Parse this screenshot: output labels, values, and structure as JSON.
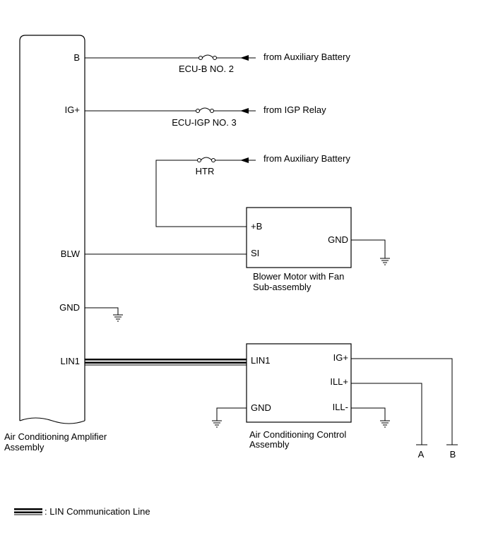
{
  "amplifier": {
    "name_line1": "Air Conditioning Amplifier",
    "name_line2": "Assembly",
    "pins": {
      "b": "B",
      "ig": "IG+",
      "blw": "BLW",
      "gnd": "GND",
      "lin1": "LIN1"
    }
  },
  "fuses": {
    "ecu_b": "ECU-B NO. 2",
    "ecu_igp": "ECU-IGP NO. 3",
    "htr": "HTR"
  },
  "sources": {
    "aux_battery_1": "from Auxiliary Battery",
    "igp_relay": "from IGP Relay",
    "aux_battery_2": "from Auxiliary Battery"
  },
  "blower": {
    "pin_b": "+B",
    "pin_si": "SI",
    "pin_gnd": "GND",
    "name_line1": "Blower Motor with Fan",
    "name_line2": "Sub-assembly"
  },
  "control": {
    "pin_lin1": "LIN1",
    "pin_gnd": "GND",
    "pin_ig": "IG+",
    "pin_ill_plus": "ILL+",
    "pin_ill_minus": "ILL-",
    "name_line1": "Air Conditioning Control",
    "name_line2": "Assembly"
  },
  "connectors": {
    "a": "A",
    "b": "B"
  },
  "legend": {
    "lin_line": ": LIN Communication Line"
  }
}
